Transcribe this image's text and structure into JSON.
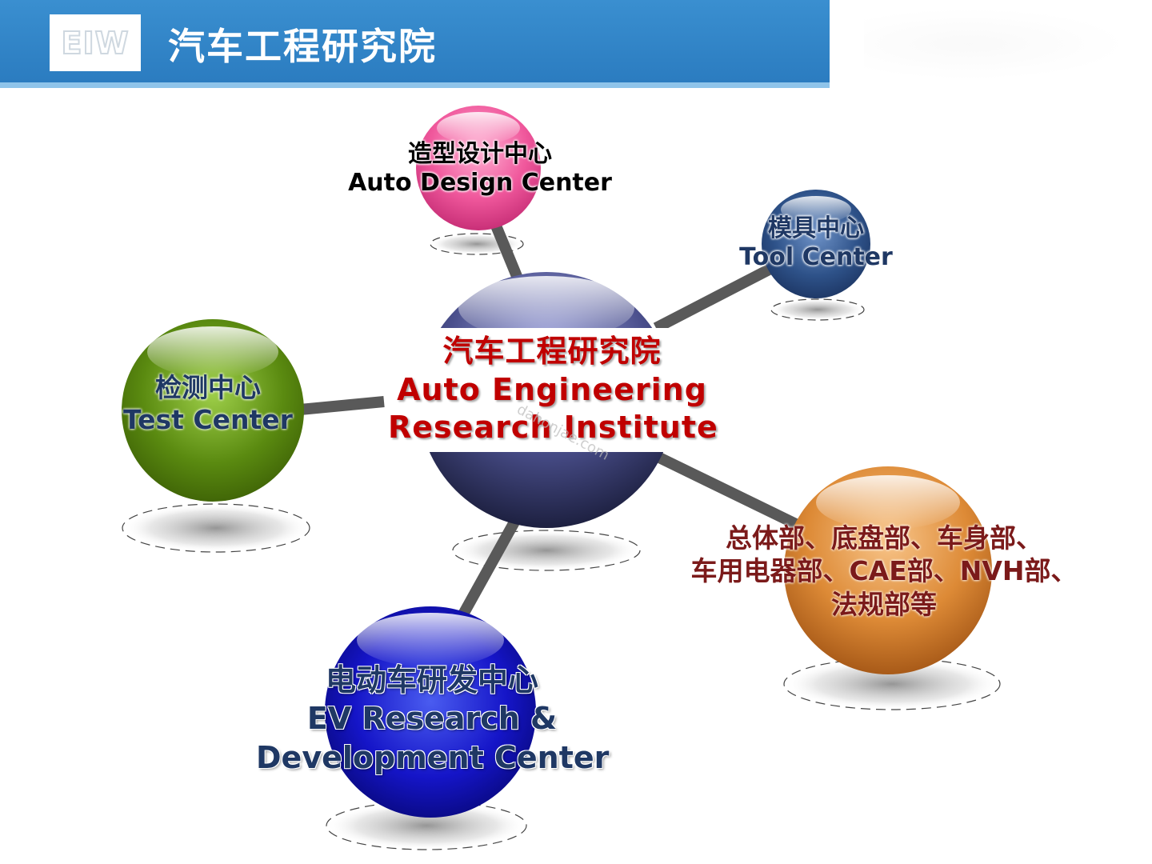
{
  "header": {
    "logo_text": "EIW",
    "title": "汽车工程研究院",
    "accent_color": "#2f86c9"
  },
  "diagram": {
    "center": {
      "zh": "汽车工程研究院",
      "en_line1": "Auto Engineering",
      "en_line2": "Research Institute",
      "color": "#2b2f5e"
    },
    "design": {
      "zh": "造型设计中心",
      "en": "Auto Design Center",
      "color": "#f06aa6"
    },
    "tool": {
      "zh": "模具中心",
      "en": "Tool Center",
      "color": "#2e5289"
    },
    "test": {
      "zh": "检测中心",
      "en": "Test Center",
      "color": "#5a8a10"
    },
    "departments": {
      "line1": "总体部、底盘部、车身部、",
      "line2": "车用电器部、CAE部、NVH部、",
      "line3": "法规部等",
      "color": "#d9832e"
    },
    "ev": {
      "zh": "电动车研发中心",
      "en_line1": "EV Research &",
      "en_line2": "Development Center",
      "color": "#1010c0"
    }
  },
  "watermark": "dahonjae.com"
}
